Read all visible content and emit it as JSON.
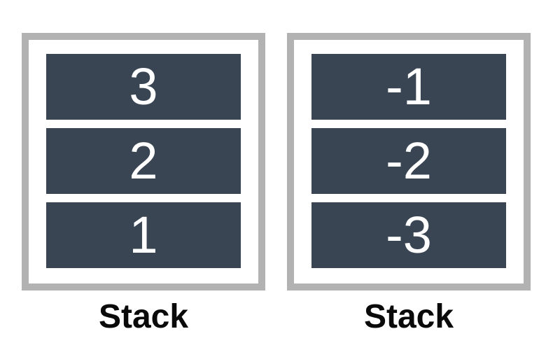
{
  "page": {
    "background": "#ffffff"
  },
  "colors": {
    "box_fill": "#3a4554",
    "box_text": "#ffffff",
    "container_border": "#b2b2b2",
    "container_fill": "#ffffff",
    "label_text": "#0a0a0a"
  },
  "stacks": [
    {
      "label": "Stack",
      "items": [
        "3",
        "2",
        "1"
      ]
    },
    {
      "label": "Stack",
      "items": [
        "-1",
        "-2",
        "-3"
      ]
    }
  ]
}
